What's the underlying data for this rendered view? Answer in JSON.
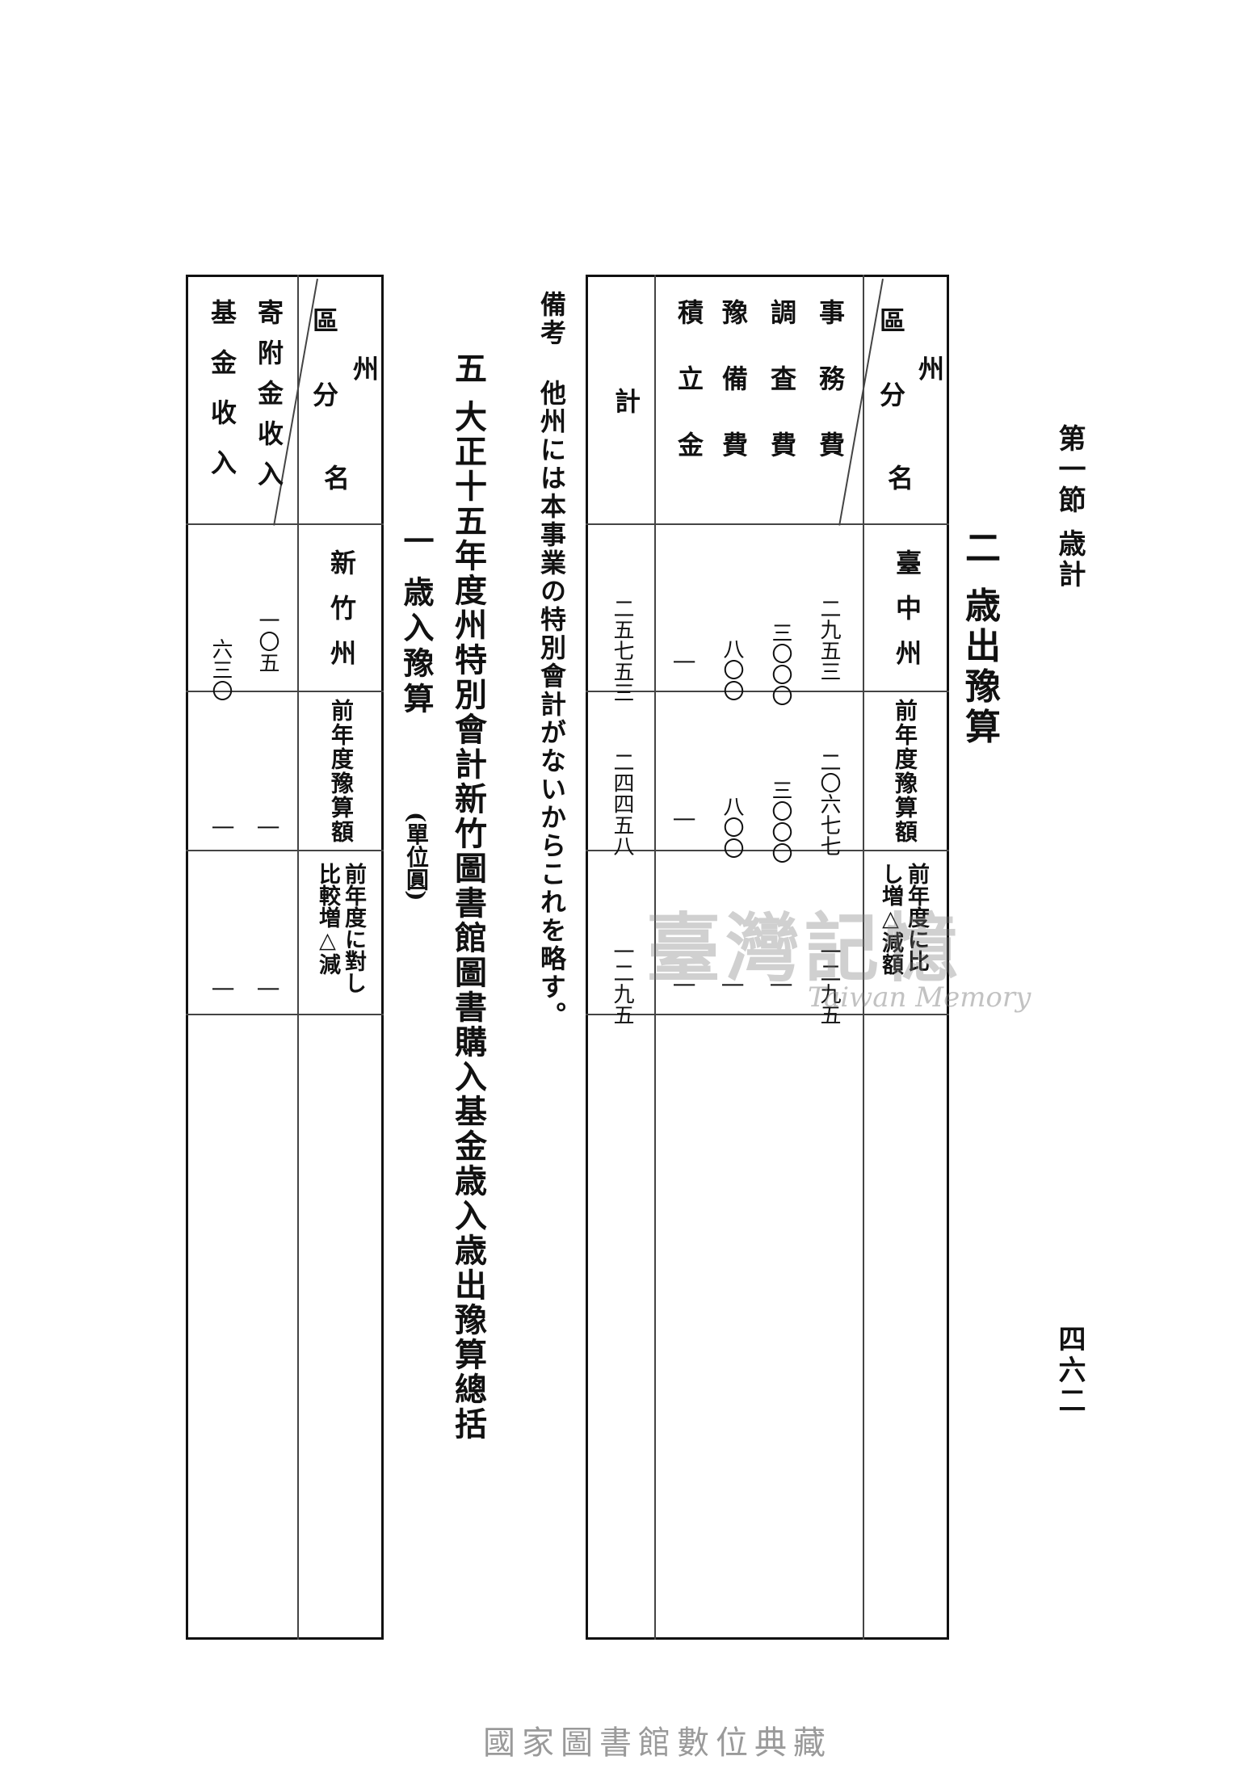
{
  "header": {
    "section": "第一節 歳計",
    "page": "四六二"
  },
  "expenditure": {
    "title": "二 歳出豫算",
    "header_state": "州",
    "header_name": "名",
    "header_div": "區分",
    "col1": "臺中州",
    "col2": "前年度豫算額",
    "col3a": "前年度に比",
    "col3b": "し増△減額",
    "rows": [
      {
        "label": "事務費",
        "cur": "二九五三",
        "prev": "二〇六七七",
        "diff": "一二九五"
      },
      {
        "label": "調査費",
        "cur": "三〇〇〇",
        "prev": "三〇〇〇",
        "diff": "|"
      },
      {
        "label": "豫備費",
        "cur": "八〇〇",
        "prev": "八〇〇",
        "diff": "|"
      },
      {
        "label": "積立金",
        "cur": "|",
        "prev": "|",
        "diff": "|"
      }
    ],
    "total": {
      "label": "計",
      "cur": "二五七五三",
      "prev": "二四四五八",
      "diff": "一二九五"
    }
  },
  "remark": {
    "label": "備考",
    "text": "他州には本事業の特別會計がないからこれを略す。"
  },
  "budget_five": {
    "title": "五 大正十五年度州特別會計新竹圖書館圖書購入基金歳入歳出豫算總括",
    "sub": "一 歳入豫算",
    "unit": "(單位圓)"
  },
  "revenue": {
    "header_state": "州",
    "header_name": "名",
    "header_div": "區分",
    "col1": "新竹州",
    "col2": "前年度豫算額",
    "col3a": "前年度に對し",
    "col3b": "比較増△減",
    "rows": [
      {
        "label": "寄附金收入",
        "cur": "一〇五",
        "prev": "|",
        "diff": "|"
      },
      {
        "label": "基金收入",
        "cur": "六三〇",
        "prev": "|",
        "diff": "|"
      }
    ]
  },
  "watermark": {
    "cn": "臺灣記憶",
    "en": "Taiwan Memory"
  },
  "footer": "國家圖書館數位典藏"
}
